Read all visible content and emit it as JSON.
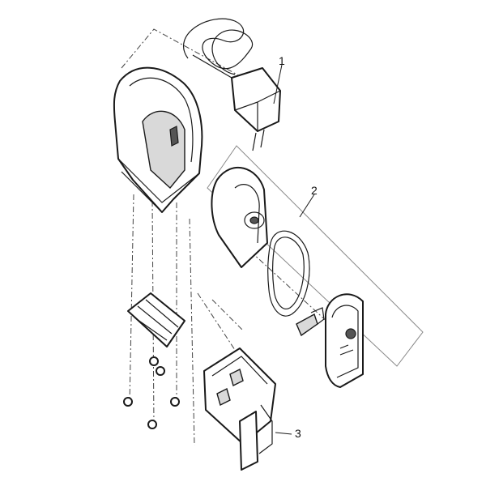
{
  "callouts": [
    {
      "id": "1",
      "label": "1"
    },
    {
      "id": "2",
      "label": "2"
    },
    {
      "id": "3",
      "label": "3"
    }
  ],
  "colors": {
    "line": "#1a1a1a",
    "fill": "#ffffff",
    "shade": "#d9d9d9",
    "group_box": "#888888"
  }
}
